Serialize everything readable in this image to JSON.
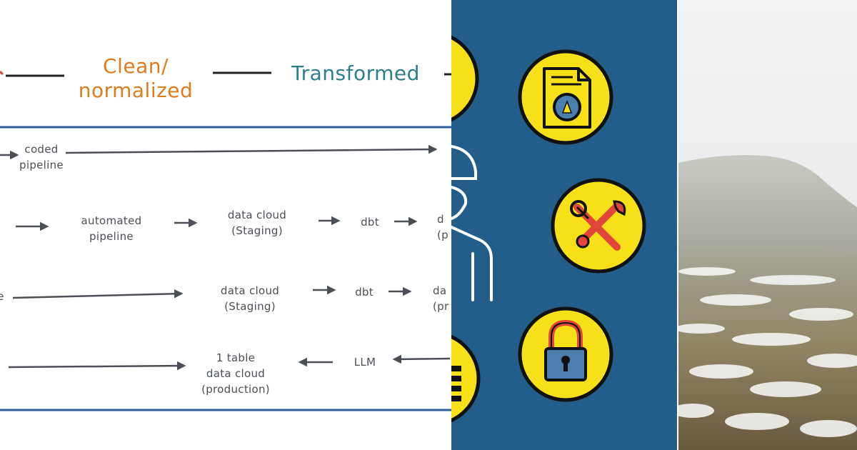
{
  "diagram": {
    "stages": {
      "clean": [
        "Clean/",
        "normalized"
      ],
      "transformed": "Transformed"
    },
    "row1": {
      "node1": [
        "coded",
        "pipeline"
      ]
    },
    "row2": {
      "node1": [
        "automated",
        "pipeline"
      ],
      "node2": [
        "data cloud",
        "(Staging)"
      ],
      "node3": "dbt",
      "node4_partial": [
        "d",
        "(p"
      ]
    },
    "row3": {
      "node1_partial": "e",
      "node2": [
        "data cloud",
        "(Staging)"
      ],
      "node3": "dbt",
      "node4_partial": [
        "da",
        "(pr"
      ]
    },
    "row4": {
      "node1": [
        "1 table",
        "data cloud",
        "(production)"
      ],
      "node2": "LLM"
    },
    "colors": {
      "clean": "#e07b1f",
      "transformed": "#2b7f8a",
      "rule": "#2f5fa3",
      "ink": "#4a4f55"
    }
  },
  "icons": {
    "background": "#235e8a",
    "badge_fill": "#f7e017",
    "items": [
      "document-compass-icon",
      "wrench-screwdriver-icon",
      "padlock-icon",
      "worker-hardhat-icon",
      "coin-stack-icon"
    ]
  },
  "photo": {
    "subject": "snow-covered-hillside-icon"
  }
}
